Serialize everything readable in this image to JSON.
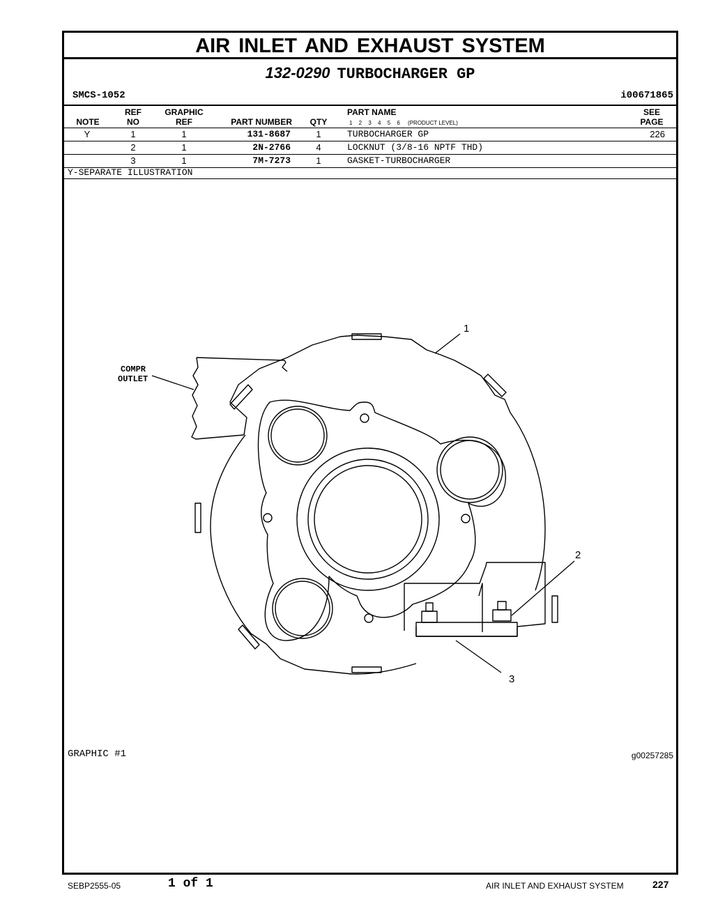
{
  "header": {
    "title": "AIR INLET AND EXHAUST SYSTEM",
    "part_number": "132-0290",
    "part_name": "TURBOCHARGER GP",
    "smcs": "SMCS-1052",
    "illustration_id": "i00671865"
  },
  "table": {
    "headers": {
      "note": "NOTE",
      "ref_no_1": "REF",
      "ref_no_2": "NO",
      "graphic_ref_1": "GRAPHIC",
      "graphic_ref_2": "REF",
      "part_number": "PART NUMBER",
      "qty": "QTY",
      "part_name": "PART NAME",
      "product_levels": "1 2 3 4 5 6",
      "product_level_label": "(PRODUCT LEVEL)",
      "see_page_1": "SEE",
      "see_page_2": "PAGE"
    },
    "rows": [
      {
        "note": "Y",
        "ref_no": "1",
        "graphic_ref": "1",
        "part_number": "131-8687",
        "qty": "1",
        "part_name": "TURBOCHARGER GP",
        "see_page": "226"
      },
      {
        "note": "",
        "ref_no": "2",
        "graphic_ref": "1",
        "part_number": "2N-2766",
        "qty": "4",
        "part_name": "LOCKNUT (3/8-16 NPTF THD)",
        "see_page": ""
      },
      {
        "note": "",
        "ref_no": "3",
        "graphic_ref": "1",
        "part_number": "7M-7273",
        "qty": "1",
        "part_name": "GASKET-TURBOCHARGER",
        "see_page": ""
      }
    ],
    "note_legend": "Y-SEPARATE ILLUSTRATION"
  },
  "illustration": {
    "callouts": [
      "1",
      "2",
      "3"
    ],
    "label_compr_1": "COMPR",
    "label_compr_2": "OUTLET",
    "graphic_label": "GRAPHIC #1",
    "graphic_id": "g00257285"
  },
  "footer": {
    "doc_id": "SEBP2555-05",
    "page_of": "1 of 1",
    "section": "AIR INLET AND EXHAUST SYSTEM",
    "page_number": "227"
  }
}
